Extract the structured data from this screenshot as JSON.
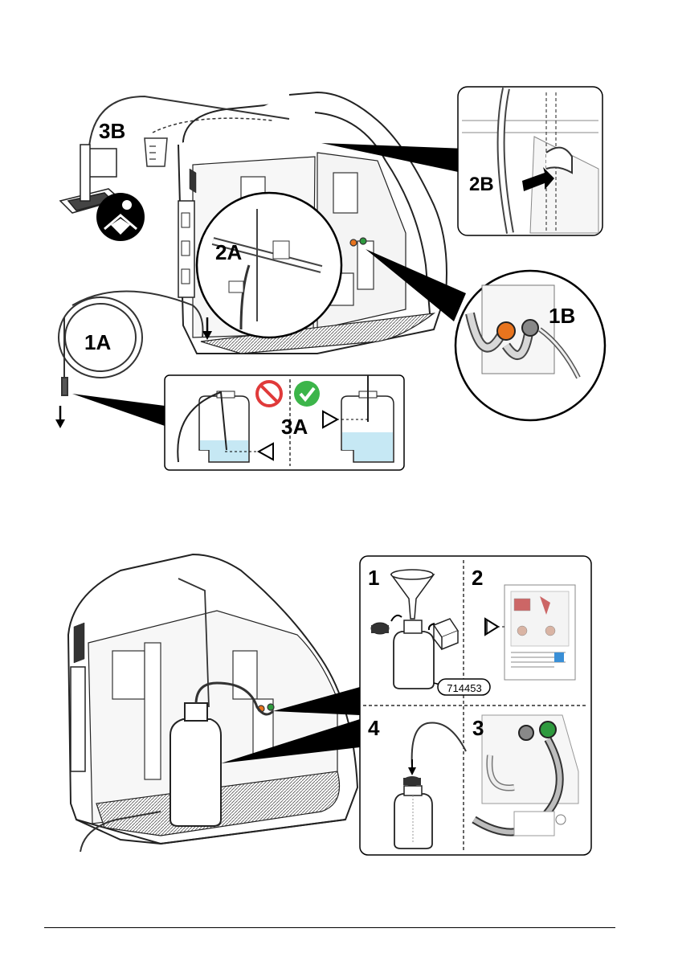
{
  "figure_top": {
    "labels": {
      "step_1a": "1A",
      "step_1b": "1B",
      "step_2a": "2A",
      "step_2b": "2B",
      "step_3a": "3A",
      "step_3b": "3B"
    },
    "colors": {
      "tube_fitting": "#e8741e",
      "liquid": "#c6e8f4",
      "forbidden": "#e03a3a",
      "ok": "#3cb54a"
    },
    "icons": [
      "read-manual-icon",
      "forbidden-icon",
      "checkmark-icon",
      "eye-icon",
      "arrow-down-icon"
    ]
  },
  "figure_bottom": {
    "labels": {
      "step_1": "1",
      "step_2": "2",
      "step_3": "3",
      "step_4": "4",
      "part_number": "714453"
    },
    "colors": {
      "fitting": "#2e9a3e"
    },
    "icons": [
      "funnel-icon",
      "eye-icon",
      "arrow-down-icon"
    ]
  }
}
